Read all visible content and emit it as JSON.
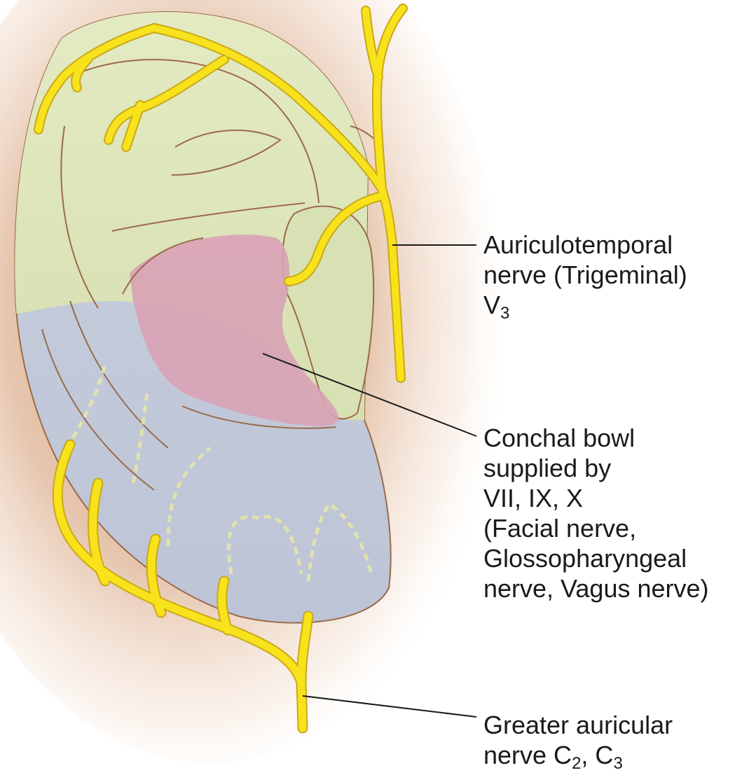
{
  "labels": {
    "auriculotemporal": {
      "line1": "Auriculotemporal",
      "line2": "nerve (Trigeminal)",
      "line3_main": "V",
      "line3_sub": "3"
    },
    "conchal": {
      "line1": "Conchal bowl",
      "line2": "supplied by",
      "line3": "VII, IX, X",
      "line4": "(Facial nerve,",
      "line5": "Glossopharyngeal",
      "line6": "nerve, Vagus nerve)"
    },
    "greater_auricular": {
      "line1": "Greater auricular",
      "line2_prefix": "nerve C",
      "line2_sub1": "2",
      "line2_mid": ", C",
      "line2_sub2": "3"
    }
  },
  "colors": {
    "trigeminal_zone": "#dfe6bd",
    "cervical_zone": "#c5cede",
    "conchal_zone": "#d9a3b5",
    "nerve": "#f8e21c",
    "nerve_outline": "#caa818",
    "ear_outline": "#9a6a4a",
    "skin_shadow": "#c78b62",
    "leader_line": "#1a1a1a"
  }
}
